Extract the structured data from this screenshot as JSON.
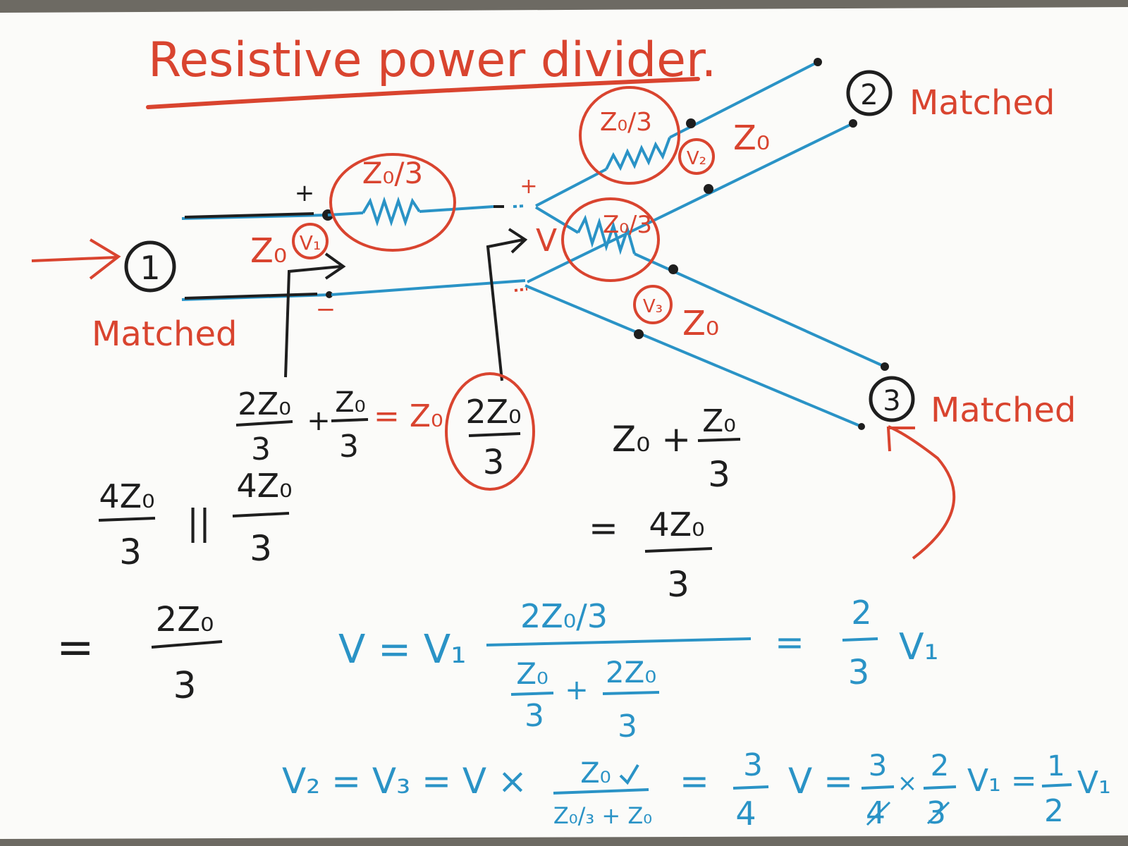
{
  "title": "Resistive power divider.",
  "ports": {
    "port1": {
      "number": "1",
      "status": "Matched"
    },
    "port2": {
      "number": "2",
      "status": "Matched"
    },
    "port3": {
      "number": "3",
      "status": "Matched"
    }
  },
  "circuit": {
    "series_resistor": "Z₀/3",
    "junction_voltage": "V",
    "plus_sign": "+",
    "minus_sign": "−",
    "port1_line": "Z₀",
    "port1_voltage": "V₁",
    "port2_line": "Z₀",
    "port2_voltage": "V₂",
    "port3_line": "Z₀",
    "port3_voltage": "V₃"
  },
  "math": {
    "sum_num_a": "2Z₀",
    "sum_den_a": "3",
    "sum_plus": "+",
    "sum_num_b": "Z₀",
    "sum_den_b": "3",
    "sum_result": "= Z₀",
    "circled_num": "2Z₀",
    "circled_den": "3",
    "branch_z0_plus": "Z₀ +",
    "branch_num": "Z₀",
    "branch_den": "3",
    "branch_eq": "=",
    "branch_res_num": "4Z₀",
    "branch_res_den": "3",
    "par_num_a": "4Z₀",
    "par_den_a": "3",
    "par_op": "||",
    "par_num_b": "4Z₀",
    "par_den_b": "3",
    "par_eq": "=",
    "par_res_num": "2Z₀",
    "par_res_den": "3",
    "v_lhs": "V = V₁",
    "v_num": "2Z₀/3",
    "v_den_a_num": "Z₀",
    "v_den_a_den": "3",
    "v_den_plus": "+",
    "v_den_b_num": "2Z₀",
    "v_den_b_den": "3",
    "v_eq": "=",
    "v_res_num": "2",
    "v_res_den": "3",
    "v_res_var": "V₁",
    "v23_lhs": "V₂ = V₃ = V ×",
    "v23_num": "Z₀",
    "v23_den": "Z₀/₃ + Z₀",
    "v23_eq1": "=",
    "v23_f1_num": "3",
    "v23_f1_den": "4",
    "v23_v": "V =",
    "v23_f2_num": "3",
    "v23_f2_den": "4",
    "v23_times": "×",
    "v23_f3_num": "2",
    "v23_f3_den": "3",
    "v23_v1": "V₁ =",
    "v23_f4_num": "1",
    "v23_f4_den": "2",
    "v23_v1b": "V₁"
  }
}
